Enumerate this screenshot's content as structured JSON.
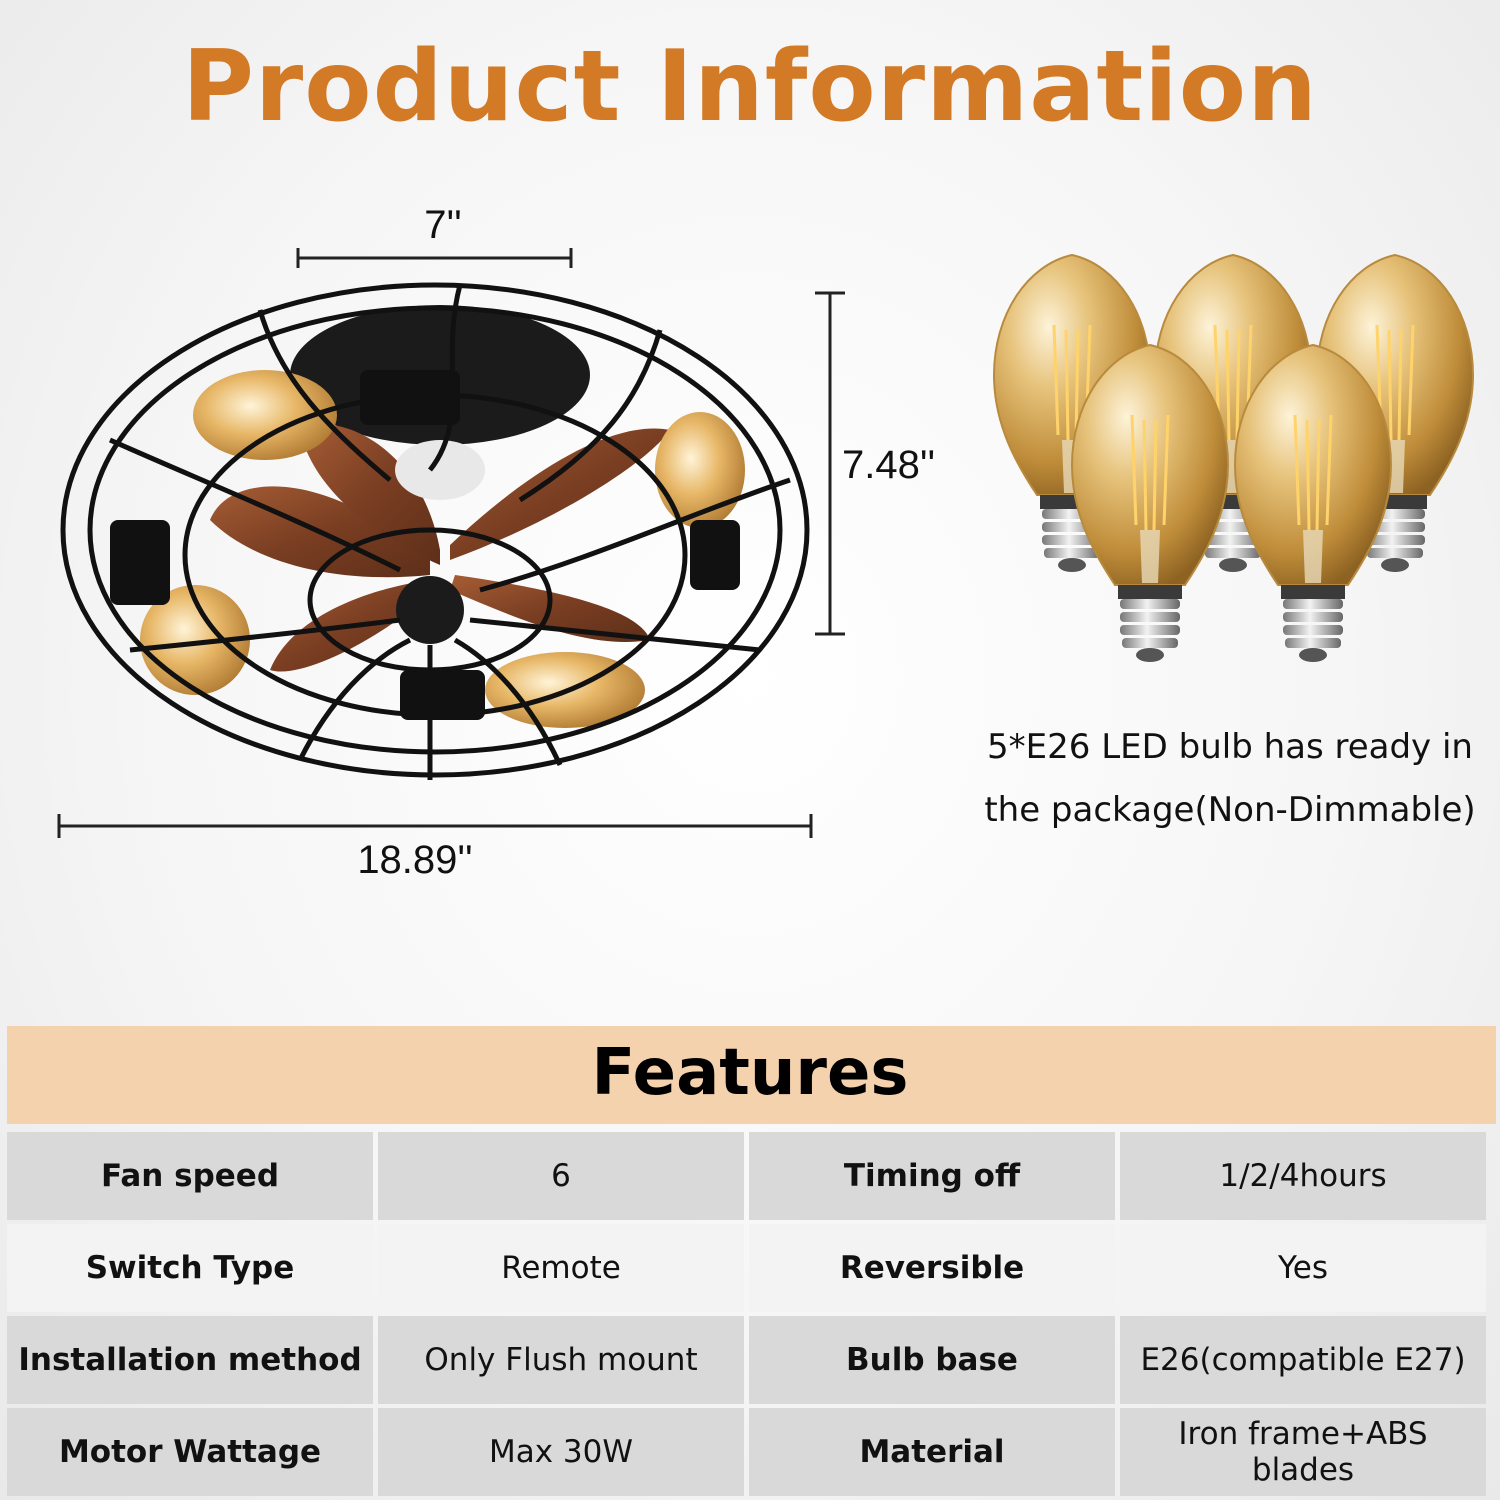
{
  "header": {
    "title": "Product Information"
  },
  "dimensions": {
    "top_width": "7''",
    "height": "7.48''",
    "diameter": "18.89''"
  },
  "bulbs": {
    "count": 5,
    "note_line1": "5*E26 LED bulb has ready in",
    "note_line2": "the package(Non-Dimmable)"
  },
  "features": {
    "title": "Features",
    "rows": [
      [
        {
          "label": "Fan speed",
          "value": "6"
        },
        {
          "label": "Timing off",
          "value": "1/2/4hours"
        }
      ],
      [
        {
          "label": "Switch Type",
          "value": "Remote"
        },
        {
          "label": "Reversible",
          "value": "Yes"
        }
      ],
      [
        {
          "label": "Installation method",
          "value": "Only Flush mount"
        },
        {
          "label": "Bulb base",
          "value": "E26(compatible E27)"
        }
      ],
      [
        {
          "label": "Motor Wattage",
          "value": "Max 30W"
        },
        {
          "label": "Material",
          "value": "Iron frame+ABS blades"
        }
      ]
    ]
  },
  "colors": {
    "title": "#d27a26",
    "band": "#f5d2ae",
    "amber": "#d9a64a",
    "wood": "#8a4a2a"
  }
}
